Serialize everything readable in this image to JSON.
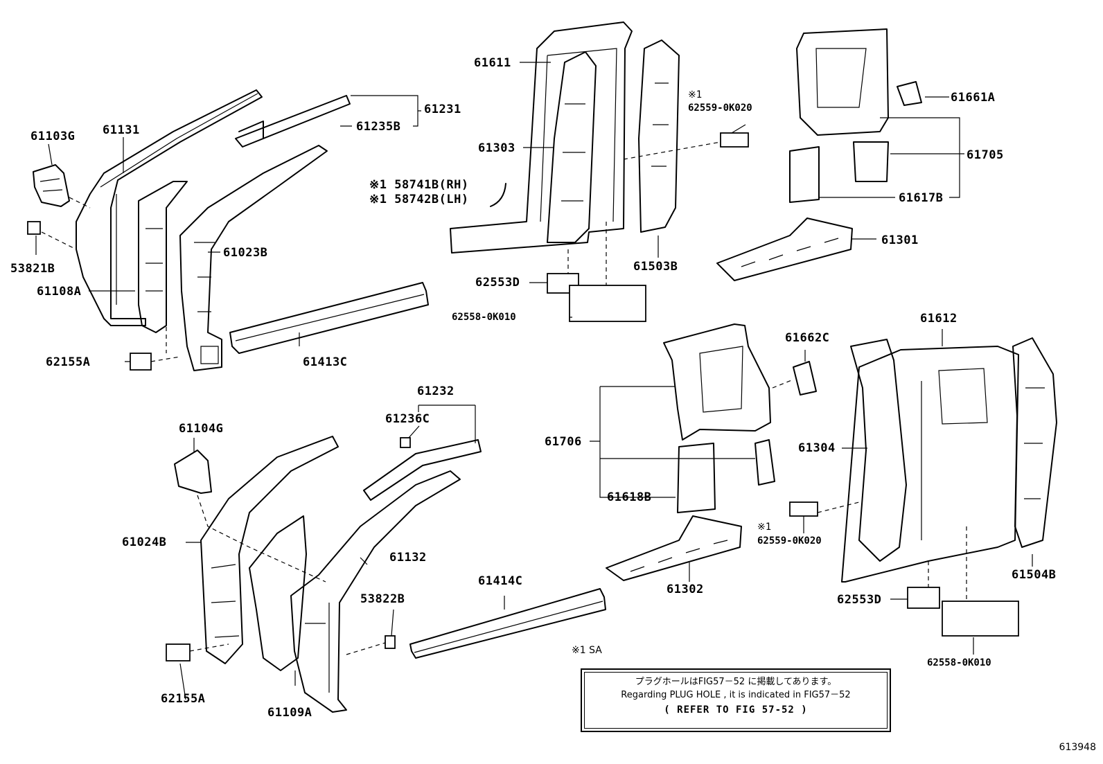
{
  "diagram": {
    "labels": [
      {
        "id": "61103G",
        "text": "61103G"
      },
      {
        "id": "61131",
        "text": "61131"
      },
      {
        "id": "53821B",
        "text": "53821B"
      },
      {
        "id": "61108A",
        "text": "61108A"
      },
      {
        "id": "61023B",
        "text": "61023B"
      },
      {
        "id": "62155A_top",
        "text": "62155A"
      },
      {
        "id": "61413C",
        "text": "61413C"
      },
      {
        "id": "61231",
        "text": "61231"
      },
      {
        "id": "61235B",
        "text": "61235B"
      },
      {
        "id": "61611",
        "text": "61611"
      },
      {
        "id": "61303",
        "text": "61303"
      },
      {
        "id": "58741B",
        "text": "※1 58741B(RH)"
      },
      {
        "id": "58742B",
        "text": "※1 58742B(LH)"
      },
      {
        "id": "62553D_top",
        "text": "62553D"
      },
      {
        "id": "62558_top",
        "text": "62558-0K010"
      },
      {
        "id": "61503B",
        "text": "61503B"
      },
      {
        "id": "star1_top",
        "text": "※1"
      },
      {
        "id": "62559_top",
        "text": "62559-0K020"
      },
      {
        "id": "61661A",
        "text": "61661A"
      },
      {
        "id": "61705",
        "text": "61705"
      },
      {
        "id": "61617B",
        "text": "61617B"
      },
      {
        "id": "61301",
        "text": "61301"
      },
      {
        "id": "61104G",
        "text": "61104G"
      },
      {
        "id": "61024B",
        "text": "61024B"
      },
      {
        "id": "62155A_bot",
        "text": "62155A"
      },
      {
        "id": "61109A",
        "text": "61109A"
      },
      {
        "id": "61232",
        "text": "61232"
      },
      {
        "id": "61236C",
        "text": "61236C"
      },
      {
        "id": "61132",
        "text": "61132"
      },
      {
        "id": "53822B",
        "text": "53822B"
      },
      {
        "id": "61414C",
        "text": "61414C"
      },
      {
        "id": "61706",
        "text": "61706"
      },
      {
        "id": "61618B",
        "text": "61618B"
      },
      {
        "id": "61302",
        "text": "61302"
      },
      {
        "id": "61662C",
        "text": "61662C"
      },
      {
        "id": "61612",
        "text": "61612"
      },
      {
        "id": "61304",
        "text": "61304"
      },
      {
        "id": "star1_bot",
        "text": "※1"
      },
      {
        "id": "62559_bot",
        "text": "62559-0K020"
      },
      {
        "id": "61504B",
        "text": "61504B"
      },
      {
        "id": "62553D_bot",
        "text": "62553D"
      },
      {
        "id": "62558_bot",
        "text": "62558-0K010"
      }
    ],
    "footnote_marker": "※1 SA",
    "note": {
      "line_jp": "プラグホールはFIG57－52 に掲載してあります。",
      "line_en": "Regarding PLUG HOLE , it is indicated in FIG57－52",
      "reference": "(  REFER TO FIG 57-52  )"
    },
    "figure_id": "613948"
  }
}
